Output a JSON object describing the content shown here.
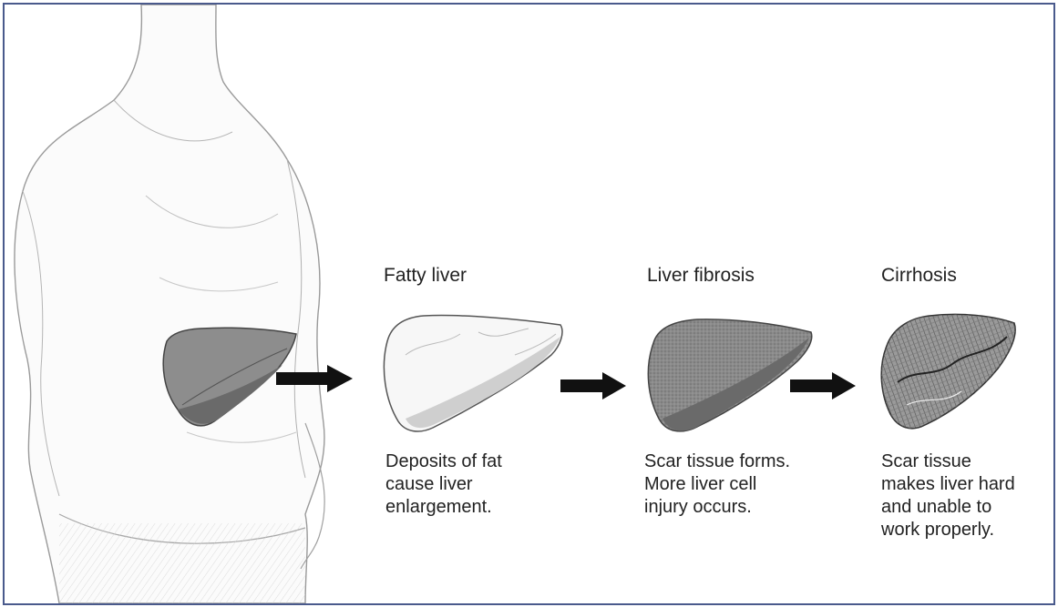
{
  "stages": [
    {
      "title": "Fatty liver",
      "description": [
        "Deposits of fat",
        "cause liver",
        "enlargement."
      ]
    },
    {
      "title": "Liver fibrosis",
      "description": [
        "Scar tissue forms.",
        "More liver cell",
        "injury occurs."
      ]
    },
    {
      "title": "Cirrhosis",
      "description": [
        "Scar tissue",
        "makes liver hard",
        "and unable to",
        "work properly."
      ]
    }
  ],
  "colors": {
    "border": "#4a5a8c",
    "text": "#222222",
    "arrow": "#111111"
  }
}
